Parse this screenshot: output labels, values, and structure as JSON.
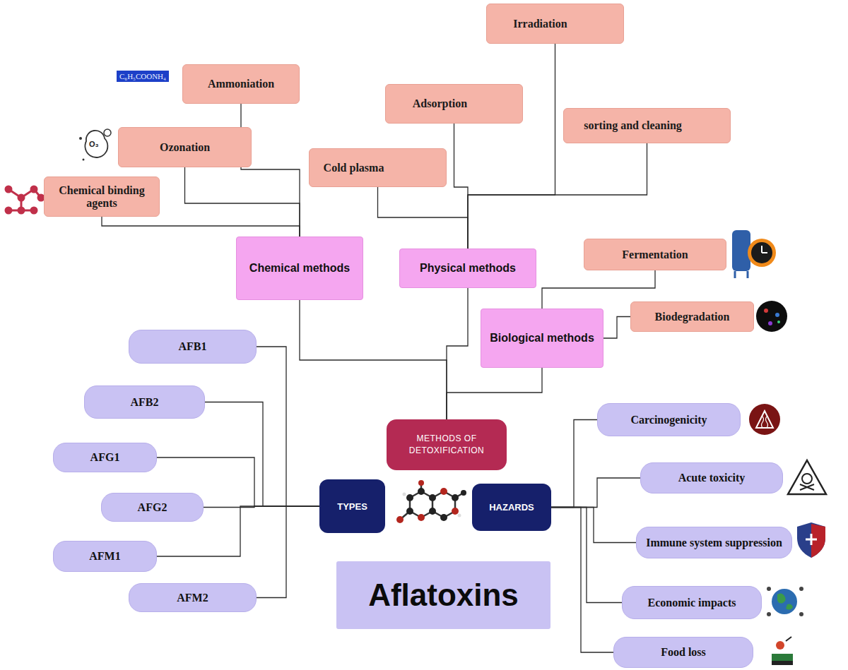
{
  "diagram": {
    "nodes": [
      {
        "text": [
          "Irradiation"
        ]
      },
      {
        "text": [
          "Ammoniation"
        ]
      },
      {
        "text": [
          "Adsorption"
        ]
      },
      {
        "text": [
          "sorting and cleaning"
        ]
      },
      {
        "text": [
          "Ozonation"
        ]
      },
      {
        "text": [
          "Cold plasma"
        ]
      },
      {
        "text": [
          "Chemical binding agents"
        ]
      },
      {
        "text": [
          "Chemical methods"
        ]
      },
      {
        "text": [
          "Physical methods"
        ]
      },
      {
        "text": [
          "Fermentation"
        ]
      },
      {
        "text": [
          "Biodegradation"
        ]
      },
      {
        "text": [
          "Biological methods"
        ]
      },
      {
        "text": [
          "AFB1"
        ]
      },
      {
        "text": [
          "AFB2"
        ]
      },
      {
        "text": [
          "METHODS OF DETOXIFICATION"
        ]
      },
      {
        "text": [
          "Carcinogenicity"
        ]
      },
      {
        "text": [
          "AFG1"
        ]
      },
      {
        "text": [
          "Acute toxicity"
        ]
      },
      {
        "text": [
          "AFG2"
        ]
      },
      {
        "text": [
          "TYPES"
        ]
      },
      {
        "text": [
          "HAZARDS"
        ]
      },
      {
        "text": [
          "Immune system suppression"
        ]
      },
      {
        "text": [
          "AFM1"
        ]
      },
      {
        "text": [
          "AFM2"
        ]
      },
      {
        "text": [
          "Aflatoxins"
        ]
      },
      {
        "text": [
          "Economic impacts"
        ]
      },
      {
        "text": [
          "Food loss"
        ]
      }
    ],
    "edges": [
      {
        "from": 7,
        "to": 1,
        "arrow": "none"
      },
      {
        "from": 7,
        "to": 4,
        "arrow": "none"
      },
      {
        "from": 7,
        "to": 6,
        "arrow": "none"
      },
      {
        "from": 8,
        "to": 0,
        "arrow": "none"
      },
      {
        "from": 8,
        "to": 2,
        "arrow": "none"
      },
      {
        "from": 8,
        "to": 3,
        "arrow": "none"
      },
      {
        "from": 8,
        "to": 5,
        "arrow": "none"
      },
      {
        "from": 11,
        "to": 9,
        "arrow": "none"
      },
      {
        "from": 11,
        "to": 10,
        "arrow": "none"
      },
      {
        "from": 14,
        "to": 7,
        "arrow": "none"
      },
      {
        "from": 14,
        "to": 8,
        "arrow": "none"
      },
      {
        "from": 14,
        "to": 11,
        "arrow": "none"
      },
      {
        "from": 19,
        "to": 12,
        "arrow": "none"
      },
      {
        "from": 19,
        "to": 13,
        "arrow": "none"
      },
      {
        "from": 19,
        "to": 16,
        "arrow": "none"
      },
      {
        "from": 19,
        "to": 18,
        "arrow": "none"
      },
      {
        "from": 19,
        "to": 22,
        "arrow": "none"
      },
      {
        "from": 19,
        "to": 23,
        "arrow": "none"
      },
      {
        "from": 20,
        "to": 15,
        "arrow": "none"
      },
      {
        "from": 20,
        "to": 17,
        "arrow": "none"
      },
      {
        "from": 20,
        "to": 21,
        "arrow": "none"
      },
      {
        "from": 20,
        "to": 25,
        "arrow": "none"
      },
      {
        "from": 20,
        "to": 26,
        "arrow": "none"
      }
    ],
    "labels": [
      "C₆H₅COONH₄",
      "O₃"
    ]
  }
}
